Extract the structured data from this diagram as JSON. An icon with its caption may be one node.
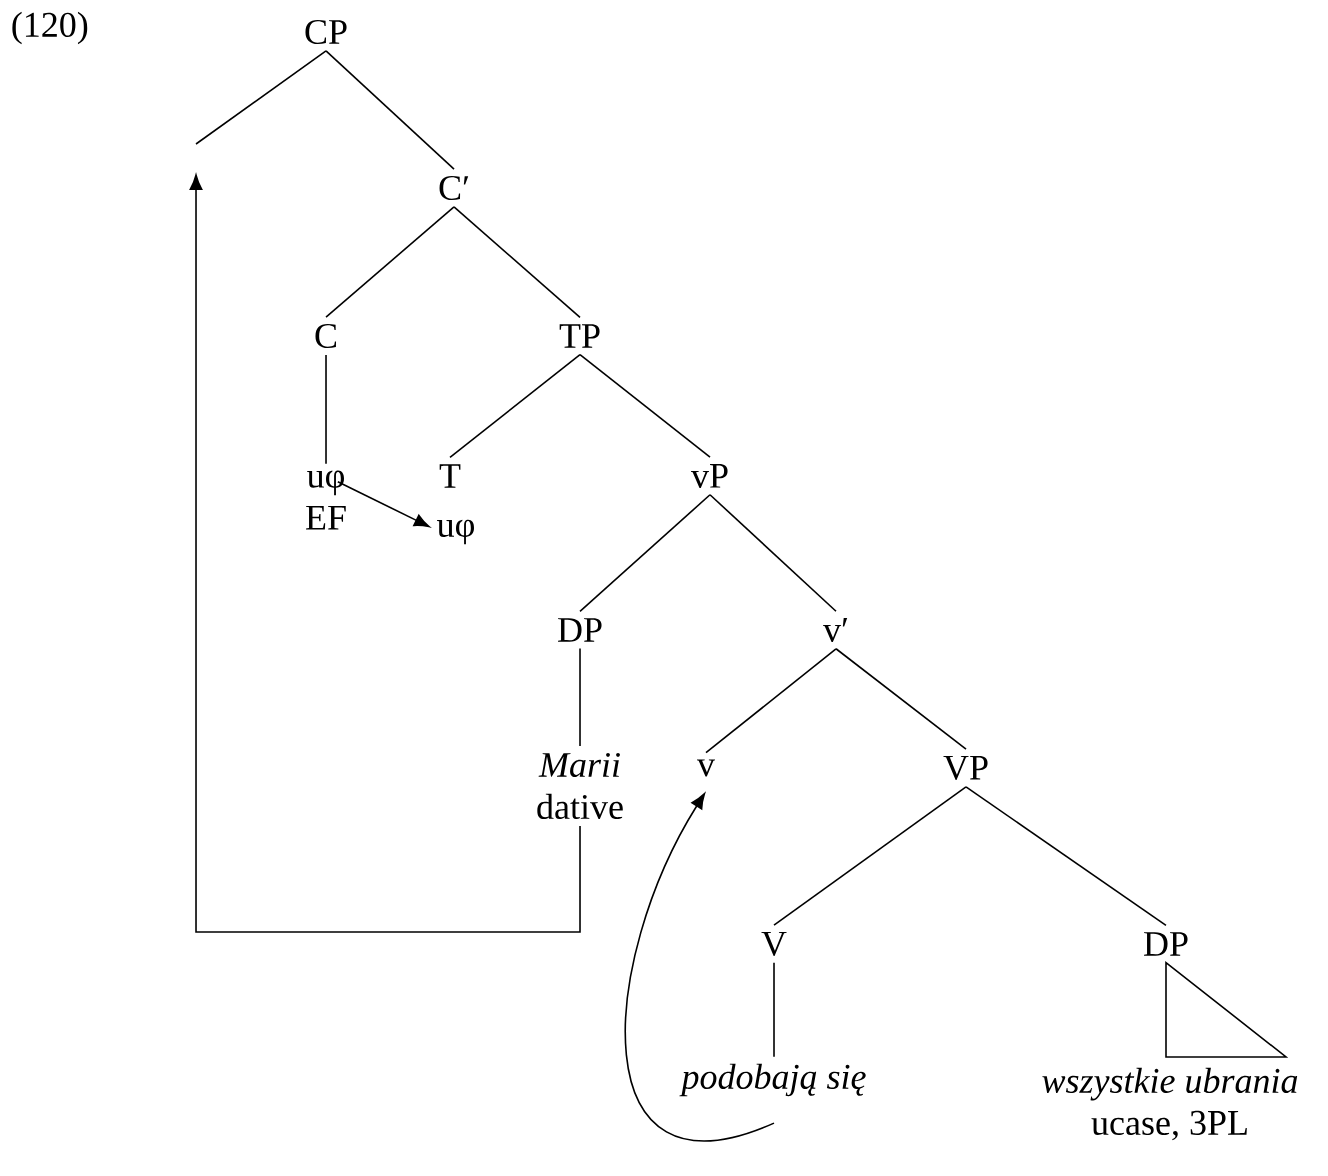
{
  "diagram": {
    "nodes": [
      {
        "text": [
          "CP"
        ]
      },
      {
        "text": [
          "C′"
        ]
      },
      {
        "text": [
          "C"
        ]
      },
      {
        "text": [
          "TP"
        ]
      },
      {
        "text": [
          "uφ",
          "EF"
        ]
      },
      {
        "text": [
          "T"
        ]
      },
      {
        "text": [
          "uφ"
        ]
      },
      {
        "text": [
          "vP"
        ]
      },
      {
        "text": [
          "DP"
        ]
      },
      {
        "text": [
          "v′"
        ]
      },
      {
        "text": [
          "Marii",
          "dative"
        ]
      },
      {
        "text": [
          "v"
        ]
      },
      {
        "text": [
          "VP"
        ]
      },
      {
        "text": [
          "V"
        ]
      },
      {
        "text": [
          "DP"
        ]
      },
      {
        "text": [
          "podobają się"
        ]
      },
      {
        "text": [
          "wszystkie ubrania",
          "ucase, 3PL"
        ]
      }
    ],
    "edges": [
      {
        "from": 0,
        "to": null,
        "arrow": "none"
      },
      {
        "from": 0,
        "to": 1,
        "arrow": "none"
      },
      {
        "from": 1,
        "to": 2,
        "arrow": "none"
      },
      {
        "from": 1,
        "to": 3,
        "arrow": "none"
      },
      {
        "from": 2,
        "to": 4,
        "arrow": "none"
      },
      {
        "from": 3,
        "to": 5,
        "arrow": "none"
      },
      {
        "from": 3,
        "to": 7,
        "arrow": "none"
      },
      {
        "from": 4,
        "to": 6,
        "arrow": "to"
      },
      {
        "from": 7,
        "to": 8,
        "arrow": "none"
      },
      {
        "from": 7,
        "to": 9,
        "arrow": "none"
      },
      {
        "from": 8,
        "to": 10,
        "arrow": "none"
      },
      {
        "from": 9,
        "to": 11,
        "arrow": "none"
      },
      {
        "from": 9,
        "to": 12,
        "arrow": "none"
      },
      {
        "from": 12,
        "to": 13,
        "arrow": "none"
      },
      {
        "from": 12,
        "to": 14,
        "arrow": "none"
      },
      {
        "from": 13,
        "to": 15,
        "arrow": "none"
      },
      {
        "from": 14,
        "to": 16,
        "arrow": "none"
      },
      {
        "from": 15,
        "to": 11,
        "arrow": "to"
      },
      {
        "from": 10,
        "to": null,
        "arrow": "to"
      }
    ],
    "labels": [
      "(120)"
    ]
  }
}
